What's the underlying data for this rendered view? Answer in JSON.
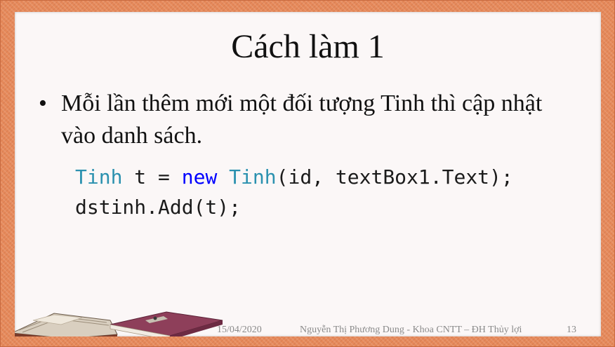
{
  "title": "Cách làm 1",
  "bullet": {
    "symbol": "•",
    "text": "Mỗi lần thêm mới một đối tượng Tinh thì cập nhật vào danh sách."
  },
  "code": {
    "line1": {
      "type1": "Tinh",
      "mid": " t = ",
      "kw": "new",
      "space": " ",
      "type2": "Tinh",
      "rest": "(id, textBox1.Text);"
    },
    "line2": "dstinh.Add(t);"
  },
  "footer": {
    "date": "15/04/2020",
    "author": "Nguyễn Thị Phương Dung - Khoa CNTT – ĐH Thủy lợi",
    "page": "13"
  },
  "colors": {
    "frame": "#e6895a",
    "slide_bg": "#fbf7f7",
    "code_type": "#2b91af",
    "code_keyword": "#0000ff"
  },
  "icons": [
    "open-book-icon",
    "closed-book-icon"
  ]
}
